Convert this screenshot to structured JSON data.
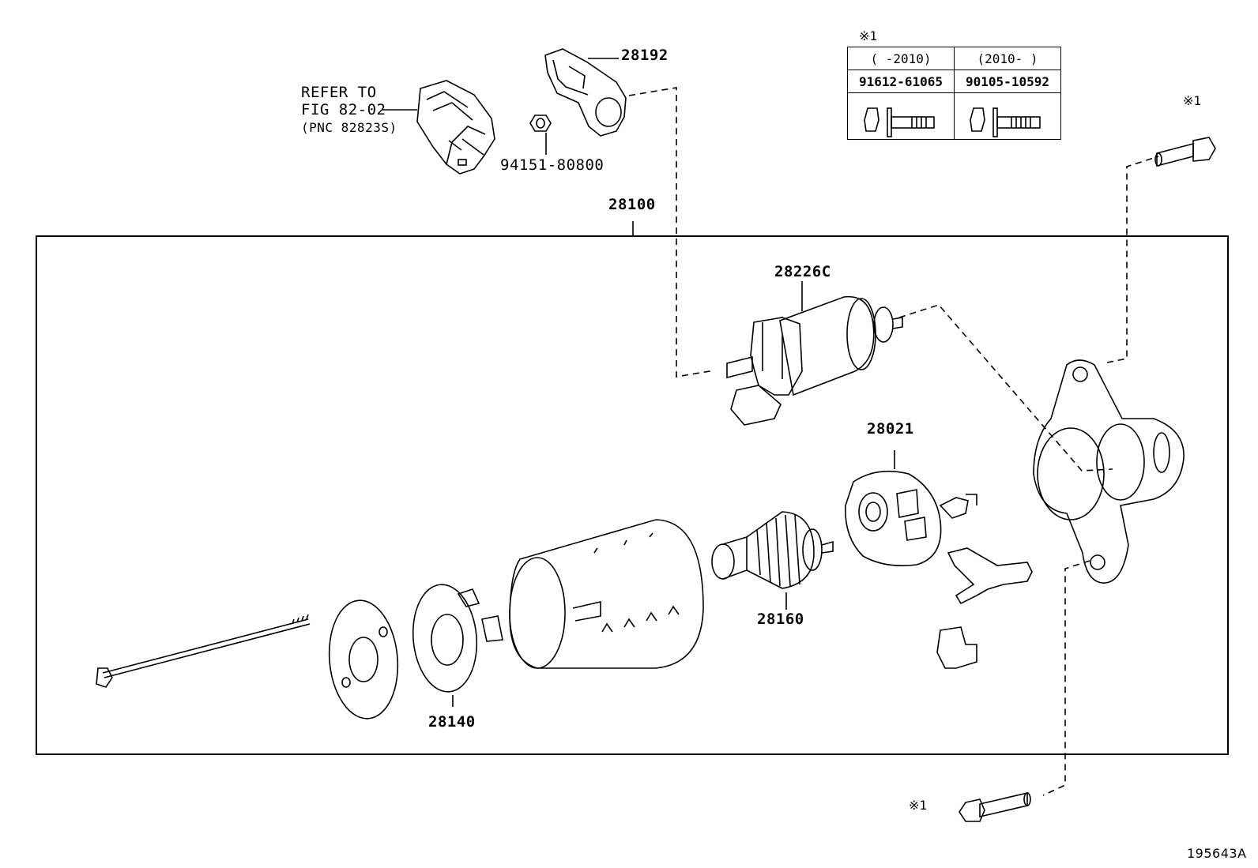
{
  "diagram": {
    "id_code": "195643A",
    "refer": {
      "line1": "REFER TO",
      "line2": "FIG 82-02",
      "line3": "(PNC 82823S)"
    },
    "labels": {
      "p28192": "28192",
      "p94151": "94151-80800",
      "p28100": "28100",
      "p28226c": "28226C",
      "p28021": "28021",
      "p28160": "28160",
      "p28140": "28140"
    },
    "note": {
      "mark": "※1",
      "col1_header": "(  -2010)",
      "col2_header": "(2010-  )",
      "col1_part": "91612-61065",
      "col2_part": "90105-10592"
    },
    "bolt_marks": {
      "upper": "※1",
      "lower": "※1"
    }
  }
}
